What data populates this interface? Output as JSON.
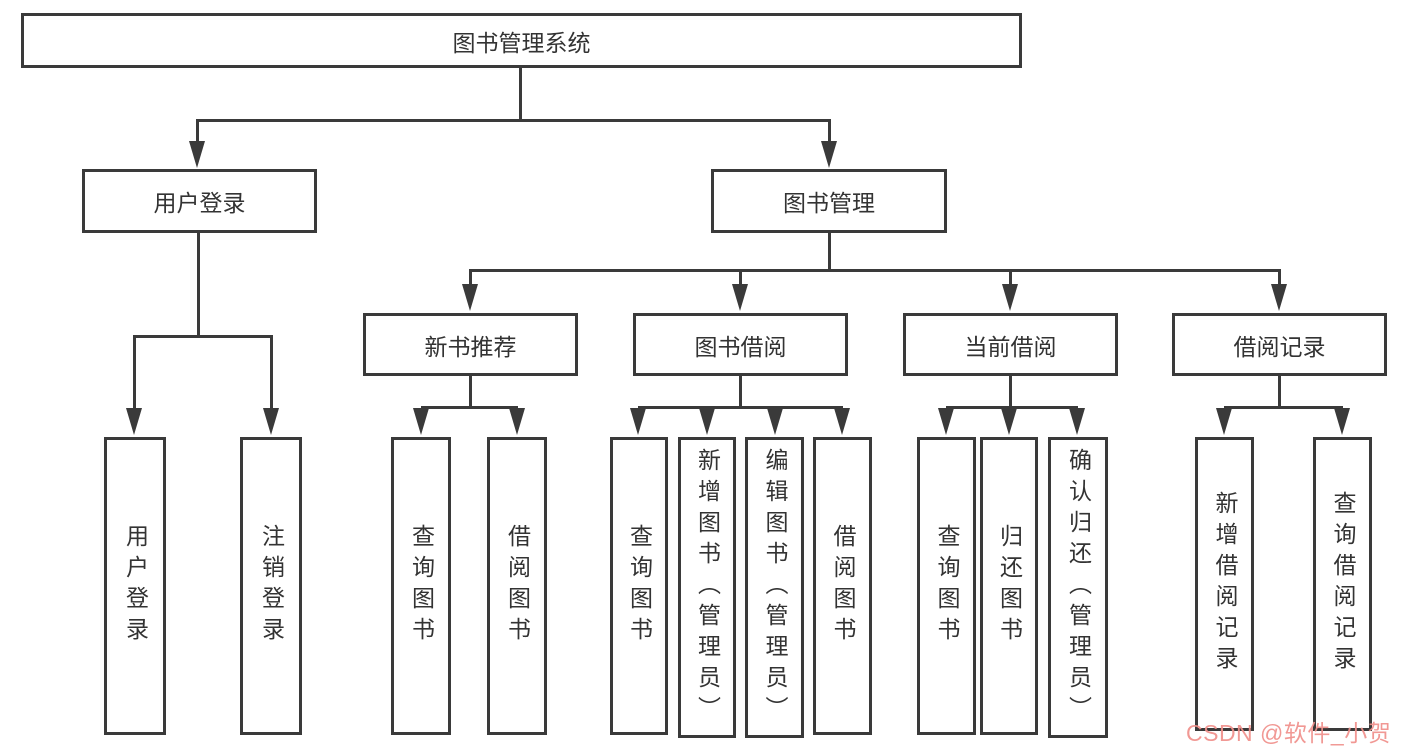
{
  "diagram": {
    "title": "图书管理系统",
    "root": {
      "label": "图书管理系统"
    },
    "level2": [
      {
        "label": "用户登录"
      },
      {
        "label": "图书管理"
      }
    ],
    "level3": [
      {
        "label": "新书推荐",
        "parent": "图书管理"
      },
      {
        "label": "图书借阅",
        "parent": "图书管理"
      },
      {
        "label": "当前借阅",
        "parent": "图书管理"
      },
      {
        "label": "借阅记录",
        "parent": "图书管理"
      }
    ],
    "leaves": [
      {
        "label": "用户登录",
        "parent": "用户登录"
      },
      {
        "label": "注销登录",
        "parent": "用户登录"
      },
      {
        "label": "查询图书",
        "parent": "新书推荐"
      },
      {
        "label": "借阅图书",
        "parent": "新书推荐"
      },
      {
        "label": "查询图书",
        "parent": "图书借阅"
      },
      {
        "label": "新增图书（管理员）",
        "parent": "图书借阅"
      },
      {
        "label": "编辑图书（管理员）",
        "parent": "图书借阅"
      },
      {
        "label": "借阅图书",
        "parent": "图书借阅"
      },
      {
        "label": "查询图书",
        "parent": "当前借阅"
      },
      {
        "label": "归还图书",
        "parent": "当前借阅"
      },
      {
        "label": "确认归还（管理员）",
        "parent": "当前借阅"
      },
      {
        "label": "新增借阅记录",
        "parent": "借阅记录"
      },
      {
        "label": "查询借阅记录",
        "parent": "借阅记录"
      }
    ],
    "colors": {
      "line": "#3a3a3a",
      "text": "#333333",
      "background": "#ffffff"
    }
  },
  "watermark": {
    "text": "CSDN @软件_小贺同学",
    "color": "#f0908b"
  }
}
